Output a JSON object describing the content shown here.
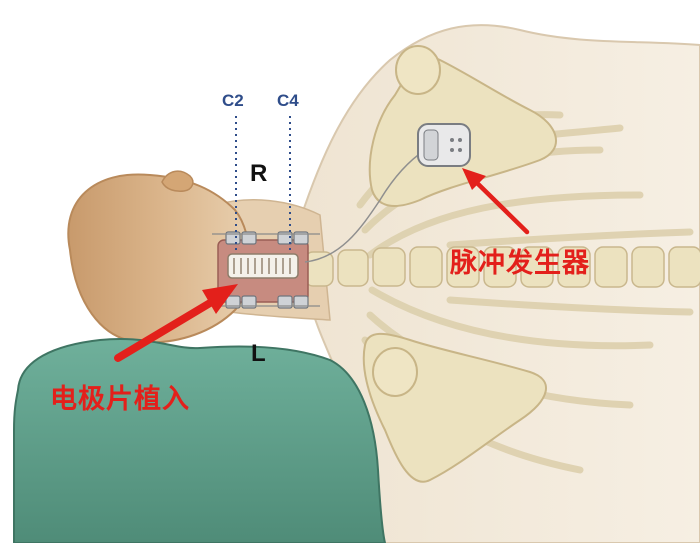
{
  "labels": {
    "level_upper": "C2",
    "level_lower": "C4",
    "side_right": "R",
    "side_left": "L",
    "callout_generator": "脉冲发生器",
    "callout_electrode": "电极片植入"
  },
  "colors": {
    "callout": "#e3201b",
    "level": "#2f4d8a",
    "pillow": "#5e9e8a",
    "skin": "#d7ae82",
    "bone": "#ece2bf"
  },
  "icons": {
    "generator": "pulse-generator-device",
    "electrode": "electrode-lead-array"
  }
}
